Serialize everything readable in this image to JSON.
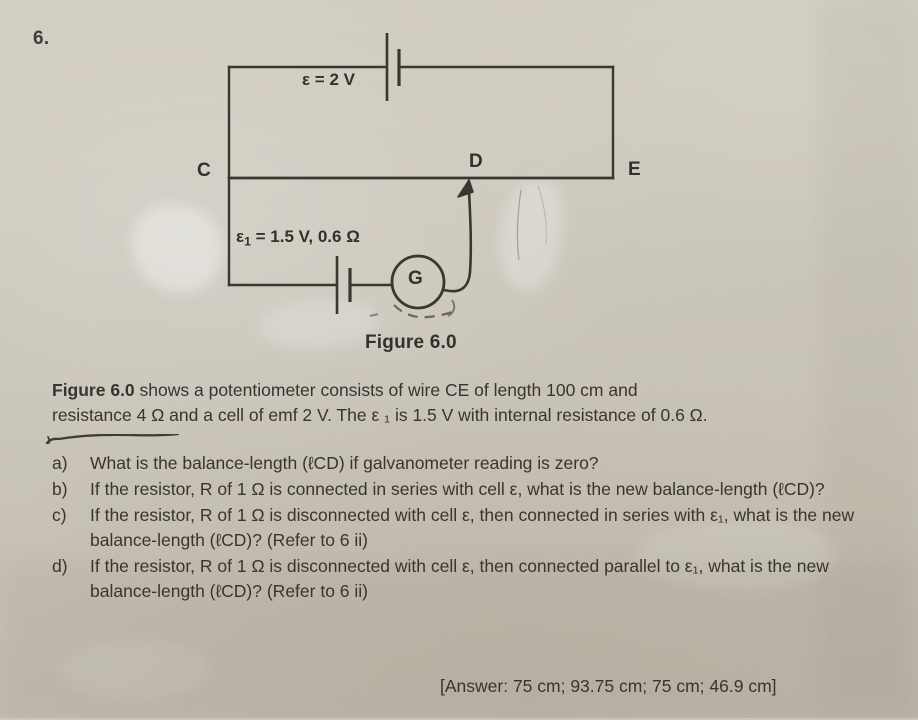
{
  "question_number": "6.",
  "figure": {
    "caption": "Figure 6.0",
    "labels": {
      "C": "C",
      "D": "D",
      "E": "E",
      "G": "G"
    },
    "source_cell_label": "ε = 2 V",
    "test_cell_label_main": "ε",
    "test_cell_label_sub": "1",
    "test_cell_label_rest": "= 1.5 V, 0.6 Ω",
    "icons": {
      "galvanometer": "galvanometer-icon",
      "battery_top": "battery-cell-icon",
      "battery_bottom": "battery-cell-icon",
      "jockey_arrow": "arrow-pointer-icon"
    }
  },
  "intro": {
    "bold_lead": "Figure 6.0",
    "line1_rest": " shows a potentiometer consists of wire CE of length 100 cm and",
    "line2": "resistance 4 Ω and a cell of emf 2 V. The ε ₁ is 1.5 V with internal resistance of 0.6 Ω."
  },
  "parts": [
    {
      "marker": "a)",
      "text": "What is the balance-length (ℓCD) if galvanometer reading is zero?"
    },
    {
      "marker": "b)",
      "text": "If the resistor, R of 1 Ω is connected in series with cell ε, what is the new balance-length (ℓCD)?"
    },
    {
      "marker": "c)",
      "text": "If the resistor, R of 1 Ω is disconnected with cell ε, then connected in series with ε₁, what is the new balance-length (ℓCD)? (Refer to 6 ii)"
    },
    {
      "marker": "d)",
      "text": "If the resistor, R of 1 Ω is disconnected with cell ε, then connected parallel to ε₁, what is the new balance-length (ℓCD)? (Refer to 6 ii)"
    }
  ],
  "answer": "[Answer: 75 cm; 93.75 cm; 75 cm; 46.9 cm]",
  "colors": {
    "paper": "#cdc8bd",
    "ink": "#38352f",
    "line_ink": "#3a372f"
  }
}
